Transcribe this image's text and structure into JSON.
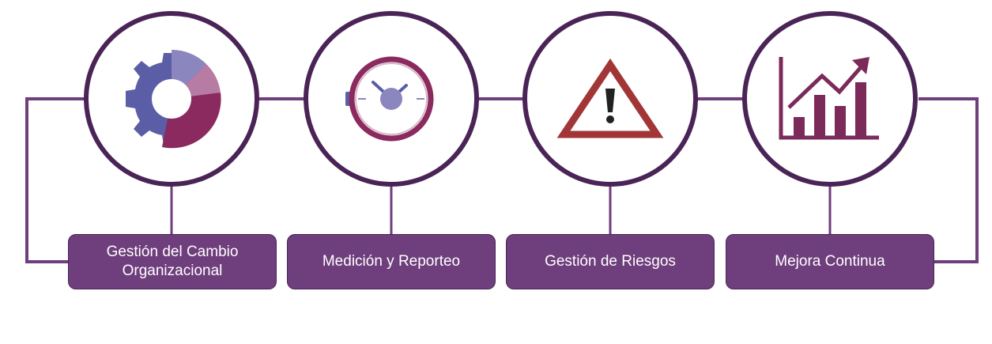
{
  "steps": [
    {
      "label": "Gestión del Cambio Organizacional",
      "icon": "gear-icon"
    },
    {
      "label": "Medición y Reporteo",
      "icon": "stopwatch-icon"
    },
    {
      "label": "Gestión de Riesgos",
      "icon": "warning-triangle-icon"
    },
    {
      "label": "Mejora Continua",
      "icon": "bar-chart-growth-icon"
    }
  ],
  "colors": {
    "ring": "#4a2456",
    "box": "#6f3e7c",
    "connector": "#6f3e7c",
    "gear_blue": "#5b5ea6",
    "gear_lavender": "#8b86be",
    "gear_pink": "#b67ca3",
    "gear_plum": "#8a2a5e",
    "warning_red": "#a23636",
    "chart_plum": "#7b2a5a"
  }
}
